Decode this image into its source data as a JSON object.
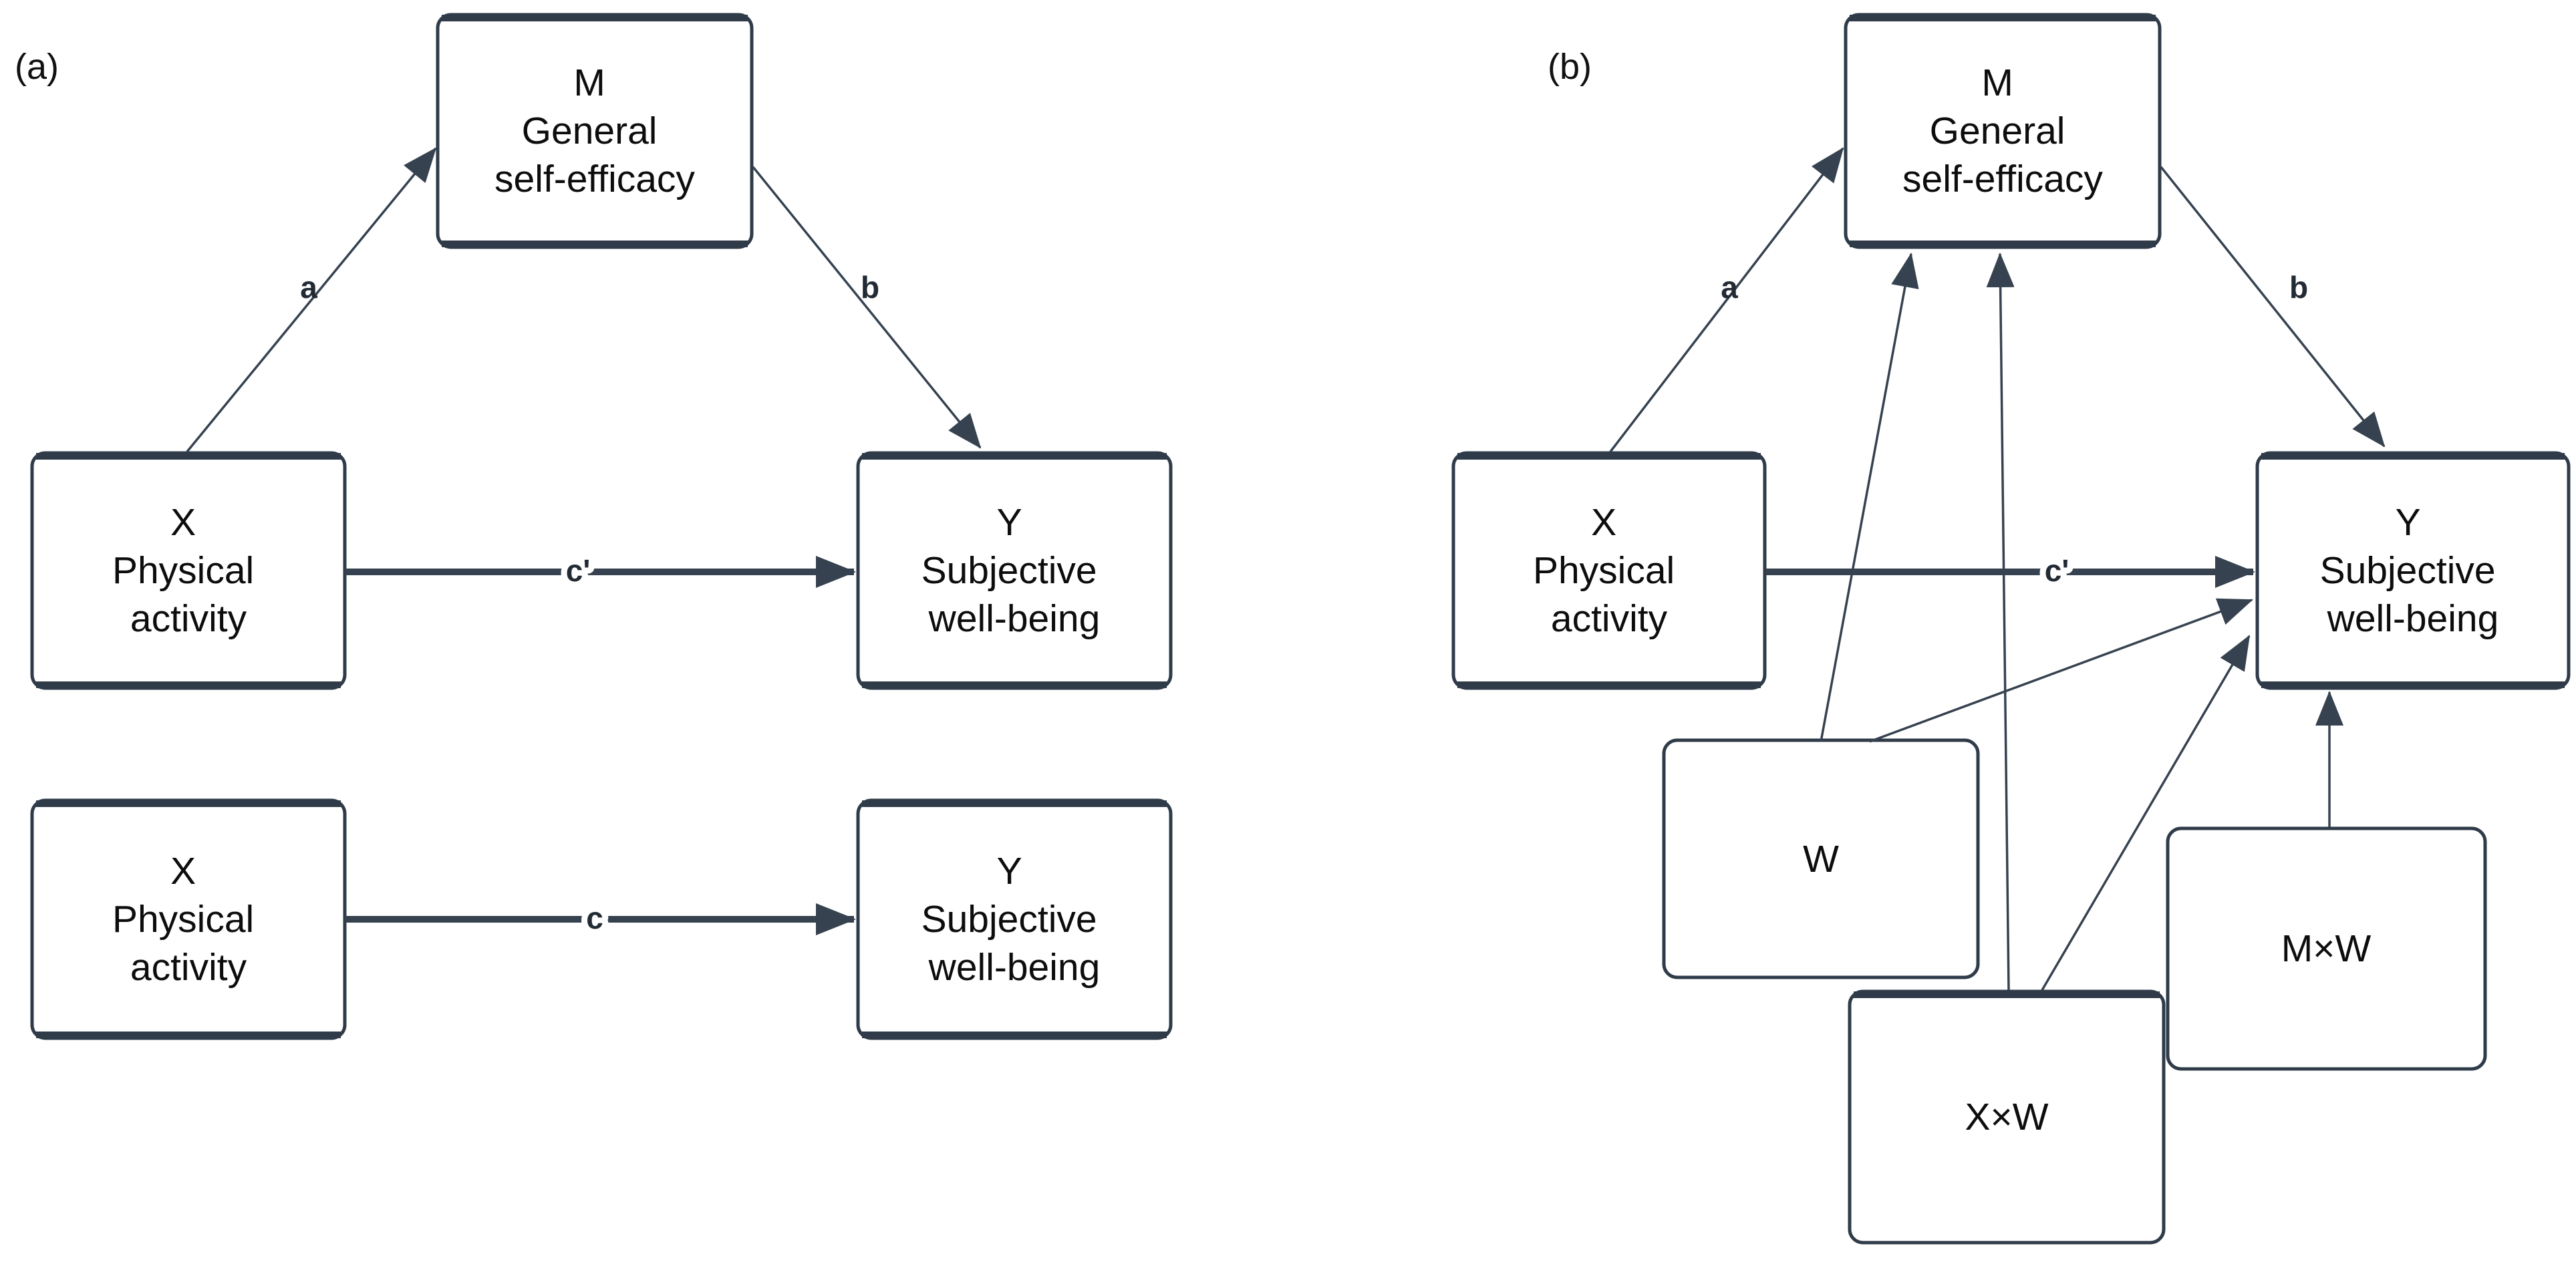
{
  "panel_a": {
    "label": "(a)",
    "boxes": {
      "m": {
        "lines": [
          "M",
          "General",
          "self-efficacy"
        ]
      },
      "x": {
        "lines": [
          "X",
          "Physical",
          "activity"
        ]
      },
      "y": {
        "lines": [
          "Y",
          "Subjective",
          "well-being"
        ]
      },
      "x_total": {
        "lines": [
          "X",
          "Physical",
          "activity"
        ]
      },
      "y_total": {
        "lines": [
          "Y",
          "Subjective",
          "well-being"
        ]
      }
    },
    "path_labels": {
      "a": "a",
      "b": "b",
      "c_prime": "c'",
      "c": "c"
    }
  },
  "panel_b": {
    "label": "(b)",
    "boxes": {
      "m": {
        "lines": [
          "M",
          "General",
          "self-efficacy"
        ]
      },
      "x": {
        "lines": [
          "X",
          "Physical",
          "activity"
        ]
      },
      "y": {
        "lines": [
          "Y",
          "Subjective",
          "well-being"
        ]
      },
      "w": {
        "lines": [
          "W"
        ]
      },
      "x_by_w": {
        "lines": [
          "X×W"
        ]
      },
      "m_by_w": {
        "lines": [
          "M×W"
        ]
      }
    },
    "path_labels": {
      "a": "a",
      "b": "b",
      "c_prime": "c'"
    }
  },
  "colors": {
    "box_border": "#2f3b49",
    "arrow_line": "#36424f",
    "text": "#0d0d0d",
    "background": "#ffffff"
  }
}
